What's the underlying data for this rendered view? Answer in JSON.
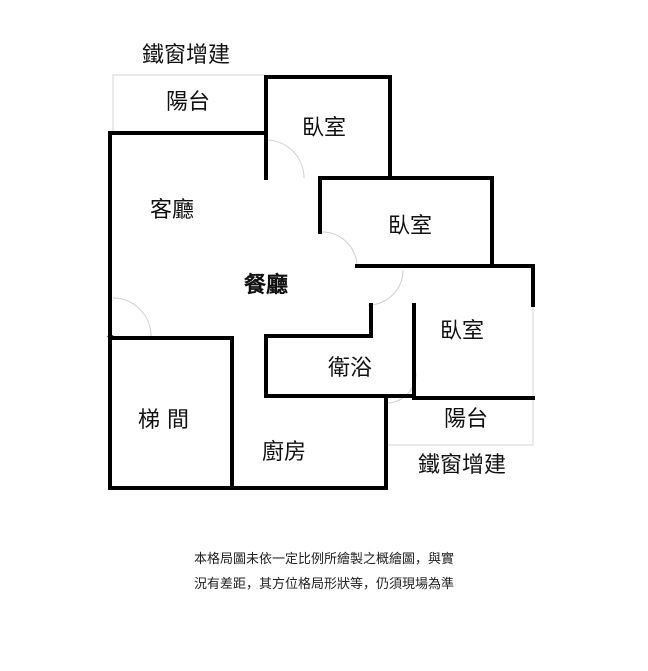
{
  "floor_plan": {
    "labels": {
      "top_iron_window": "鐵窗增建",
      "top_balcony": "陽台",
      "bedroom_1": "臥室",
      "living_room": "客廳",
      "bedroom_2": "臥室",
      "dining_room": "餐廳",
      "bedroom_3": "臥室",
      "bathroom": "衛浴",
      "stairwell": "梯 間",
      "kitchen": "廚房",
      "bottom_balcony": "陽台",
      "bottom_iron_window": "鐵窗增建"
    },
    "disclaimer": {
      "line1": "本格局圖未依一定比例所繪製之概繪圖，與實",
      "line2": "況有差距，其方位格局形狀等，仍須現場為準"
    },
    "colors": {
      "wall": "#000000",
      "outline": "#d6d6d6",
      "text": "#111111"
    }
  }
}
